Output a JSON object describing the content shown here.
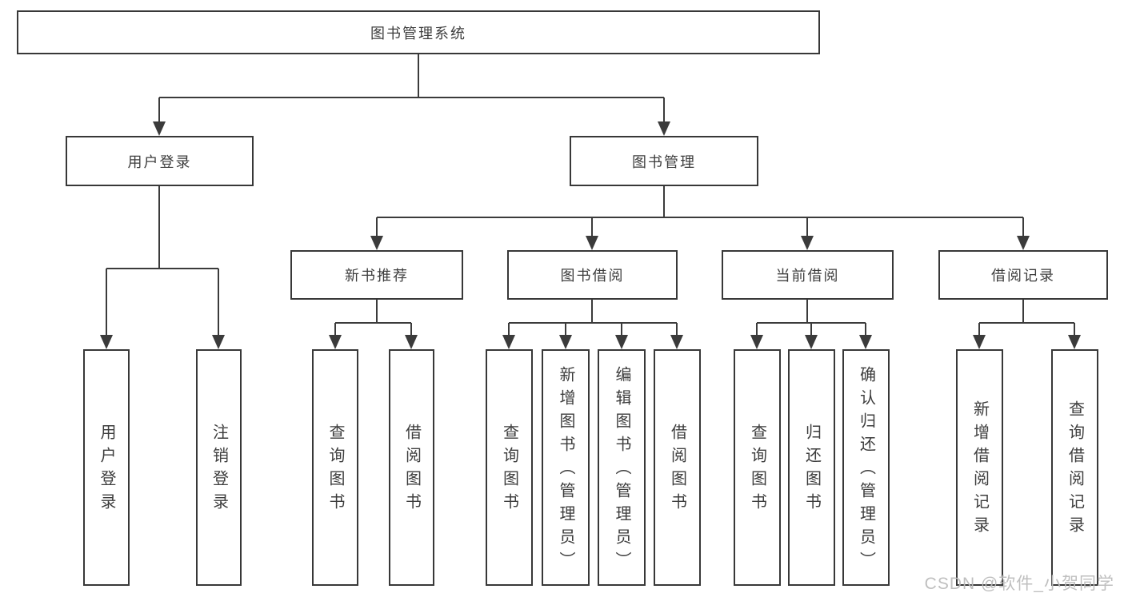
{
  "diagram": {
    "watermark": "CSDN @软件_小贺同学",
    "colors": {
      "line": "#3b3b3b",
      "border": "#383838",
      "text": "#3d3d3d",
      "watermark_text": "#bcbcbc",
      "background": "#ffffff"
    },
    "nodes": {
      "root": {
        "label": "图书管理系统"
      },
      "login": {
        "label": "用户登录"
      },
      "mgmt": {
        "label": "图书管理"
      },
      "recommend": {
        "label": "新书推荐"
      },
      "borrow": {
        "label": "图书借阅"
      },
      "current": {
        "label": "当前借阅"
      },
      "records": {
        "label": "借阅记录"
      },
      "login_user": {
        "label": "用户登录"
      },
      "login_logout": {
        "label": "注销登录"
      },
      "rec_query": {
        "label": "查询图书"
      },
      "rec_borrow": {
        "label": "借阅图书"
      },
      "bor_query": {
        "label": "查询图书"
      },
      "bor_add": {
        "label": "新增图书（管理员）"
      },
      "bor_edit": {
        "label": "编辑图书（管理员）"
      },
      "bor_borrow": {
        "label": "借阅图书"
      },
      "cur_query": {
        "label": "查询图书"
      },
      "cur_return": {
        "label": "归还图书"
      },
      "cur_confirm": {
        "label": "确认归还（管理员）"
      },
      "recd_add": {
        "label": "新增借阅记录"
      },
      "recd_query": {
        "label": "查询借阅记录"
      }
    },
    "structure": {
      "图书管理系统": {
        "用户登录": [
          "用户登录",
          "注销登录"
        ],
        "图书管理": {
          "新书推荐": [
            "查询图书",
            "借阅图书"
          ],
          "图书借阅": [
            "查询图书",
            "新增图书（管理员）",
            "编辑图书（管理员）",
            "借阅图书"
          ],
          "当前借阅": [
            "查询图书",
            "归还图书",
            "确认归还（管理员）"
          ],
          "借阅记录": [
            "新增借阅记录",
            "查询借阅记录"
          ]
        }
      }
    }
  }
}
